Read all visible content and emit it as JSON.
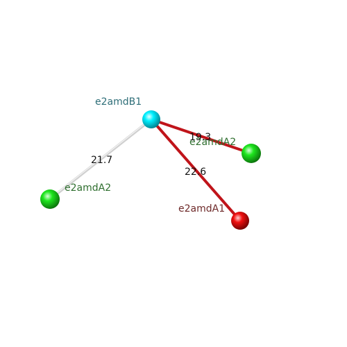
{
  "colors": {
    "background": "#ffffff",
    "cyan": "#00e5ee",
    "green": "#19d619",
    "red": "#e00000",
    "link_red": "#c0141a",
    "link_gray": "#c8c8c8",
    "label_b1": "#2e6e78",
    "label_a2": "#2e6e2e",
    "label_a1": "#6e2a2a"
  },
  "nodes": [
    {
      "id": "b1",
      "label": "e2amdB1"
    },
    {
      "id": "a2_right",
      "label": "e2amdA2"
    },
    {
      "id": "a1",
      "label": "e2amdA1"
    },
    {
      "id": "a2_left",
      "label": "e2amdA2"
    }
  ],
  "edges": [
    {
      "from": "b1",
      "to": "a2_right",
      "distance": "19.3"
    },
    {
      "from": "b1",
      "to": "a1",
      "distance": "22.6"
    },
    {
      "from": "b1",
      "to": "a2_left",
      "distance": "21.7"
    }
  ]
}
